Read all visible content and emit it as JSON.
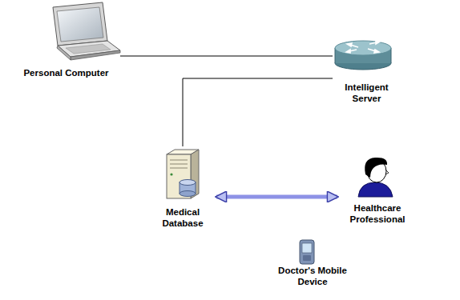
{
  "diagram": {
    "nodes": [
      {
        "text": [
          "Personal Computer"
        ]
      },
      {
        "text": [
          "Intelligent Server"
        ]
      },
      {
        "text": [
          "Medical Database"
        ]
      },
      {
        "text": [
          "Healthcare Professional"
        ]
      },
      {
        "text": [
          "Doctor's Mobile Device"
        ]
      }
    ],
    "edges": [
      {
        "from": 0,
        "to": 1,
        "arrow": "none"
      },
      {
        "from": 1,
        "to": 2,
        "arrow": "none"
      },
      {
        "from": 2,
        "to": 3,
        "arrow": "both"
      }
    ]
  }
}
